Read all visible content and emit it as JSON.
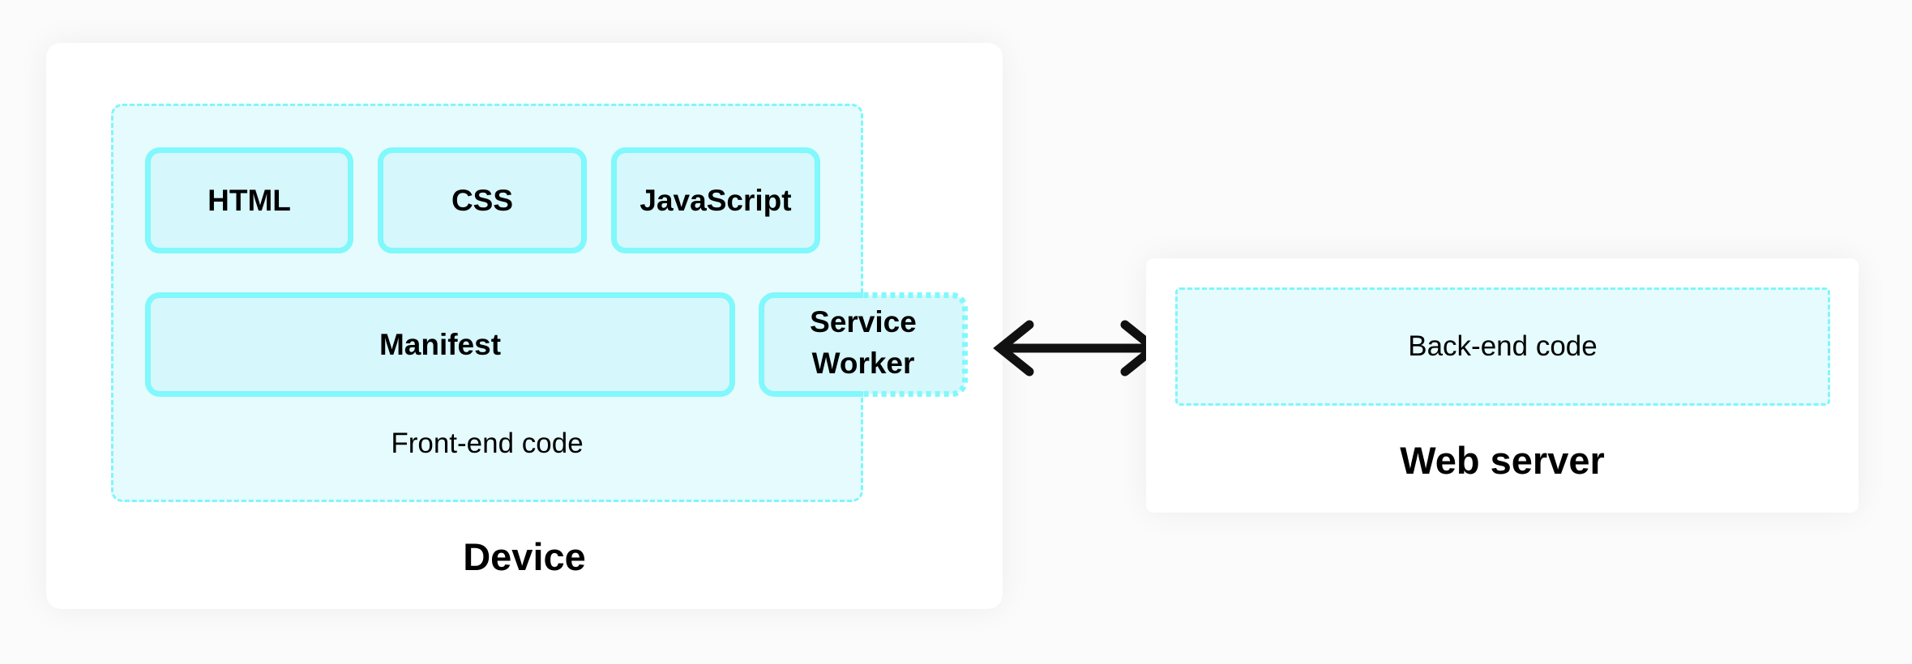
{
  "device": {
    "title": "Device",
    "frontend": {
      "label": "Front-end code",
      "tiles": [
        "HTML",
        "CSS",
        "JavaScript",
        "Manifest"
      ],
      "service_worker": [
        "Service",
        "Worker"
      ]
    }
  },
  "server": {
    "title": "Web server",
    "backend_label": "Back-end code"
  },
  "connector": {
    "type": "bidirectional-arrow"
  },
  "colors": {
    "border": "#80f8fc",
    "tile_fill": "#d6f7fb",
    "zone_fill": "#e6fbfd",
    "arrow": "#111111"
  }
}
